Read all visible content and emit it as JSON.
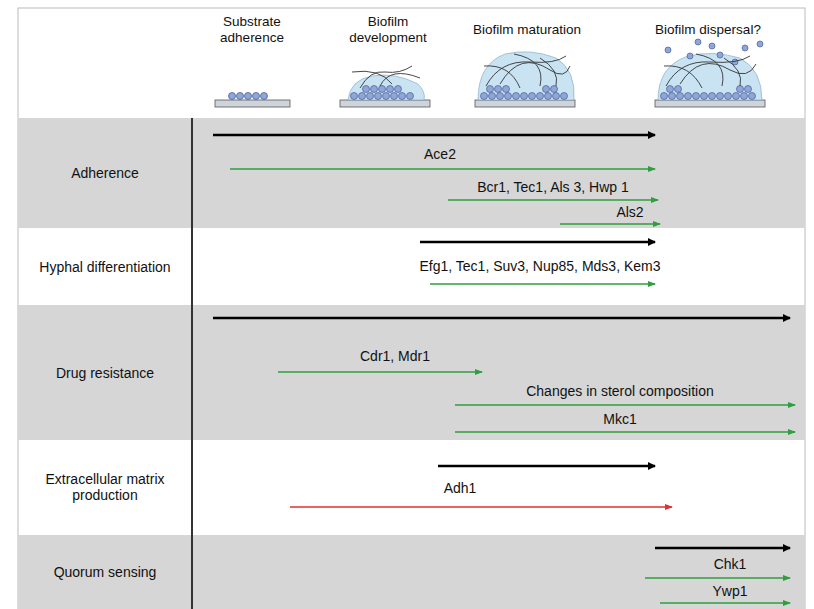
{
  "diagram": {
    "nodes": [
      {
        "text": [
          "Adherence",
          "Ace2",
          "Bcr1, Tec1, Als 3, Hwp 1",
          "Als2"
        ]
      },
      {
        "text": [
          "Hyphal differentiation",
          "Efg1, Tec1, Suv3, Nup85, Mds3, Kem3"
        ]
      },
      {
        "text": [
          "Drug resistance",
          "Cdr1, Mdr1",
          "Changes in sterol composition",
          "Mkc1"
        ]
      },
      {
        "text": [
          "Extracellular matrix production",
          "Adh1"
        ]
      },
      {
        "text": [
          "Quorum sensing",
          "Chk1",
          "Ywp1"
        ]
      }
    ],
    "labels": [
      "Substrate adherence",
      "Biofilm development",
      "Biofilm maturation",
      "Biofilm dispersal?"
    ]
  }
}
